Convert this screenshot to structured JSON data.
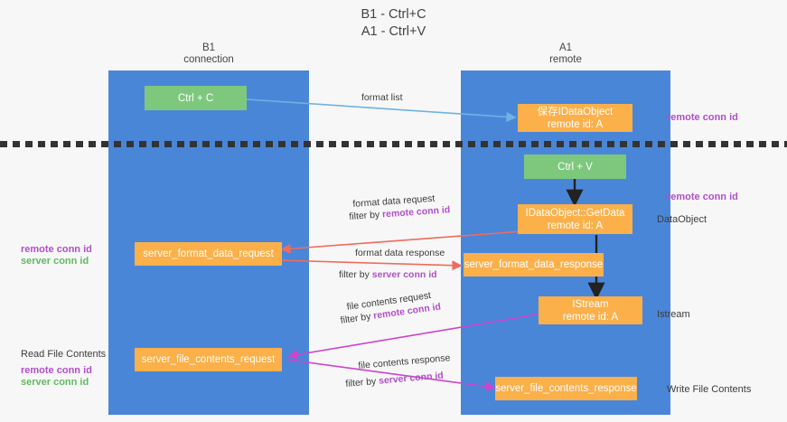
{
  "title": {
    "line1": "B1 - Ctrl+C",
    "line2": "A1 - Ctrl+V"
  },
  "lanes": [
    {
      "id": "b1",
      "name": "B1",
      "role": "connection"
    },
    {
      "id": "a1",
      "name": "A1",
      "role": "remote"
    }
  ],
  "colors": {
    "lane_fill": "#4a86d8",
    "node_green": "#7ec87e",
    "node_orange": "#fbb04a",
    "remote_conn_id": "#b24fc9",
    "server_conn_id": "#63b863",
    "arrow_blue": "#6fb3e0",
    "arrow_red": "#ef6b5e",
    "arrow_magenta": "#cc44cc",
    "arrow_black": "#222222",
    "background": "#f7f7f7"
  },
  "nodes": {
    "ctrl_c": {
      "label": "Ctrl + C"
    },
    "ctrl_v": {
      "label": "Ctrl + V"
    },
    "save_idataobject": {
      "line1": "保存IDataObject",
      "line2": "remote id: A"
    },
    "getdata": {
      "line1": "IDataObject::GetData",
      "line2": "remote id: A"
    },
    "istream": {
      "line1": "IStream",
      "line2": "remote id: A"
    },
    "server_format_data_request": {
      "label": "server_format_data_request"
    },
    "server_format_data_response": {
      "label": "server_format_data_response"
    },
    "server_file_contents_request": {
      "label": "server_file_contents_request"
    },
    "server_file_contents_response": {
      "label": "server_file_contents_response"
    }
  },
  "side_labels": {
    "right_remote_conn_id_top": "remote conn id",
    "right_remote_conn_id_mid": "remote conn id",
    "right_dataobject": "DataObject",
    "right_istream": "Istream",
    "right_write_file_contents": "Write File Contents",
    "left_read_file_contents": "Read File Contents",
    "left_remote_conn_id_1": "remote conn id",
    "left_server_conn_id_1": "server conn id",
    "left_remote_conn_id_2": "remote conn id",
    "left_server_conn_id_2": "server conn id"
  },
  "edges": [
    {
      "id": "format-list",
      "label": "format list",
      "filter_prefix": "",
      "filter_value": "",
      "color": "#6fb3e0",
      "from": "ctrl_c",
      "to": "save_idataobject"
    },
    {
      "id": "format-data-request",
      "label": "format data request",
      "filter_prefix": "filter by ",
      "filter_value": "remote conn id",
      "filter_color": "purple",
      "color": "#ef6b5e",
      "from": "getdata",
      "to": "server_format_data_request"
    },
    {
      "id": "format-data-response",
      "label": "format data response",
      "filter_prefix": "filter by ",
      "filter_value": "server conn id",
      "filter_color": "purple",
      "color": "#ef6b5e",
      "from": "server_format_data_request",
      "to": "server_format_data_response"
    },
    {
      "id": "file-contents-request",
      "label": "file contents request",
      "filter_prefix": "filter by ",
      "filter_value": "remote conn id",
      "filter_color": "purple",
      "color": "#cc44cc",
      "from": "istream",
      "to": "server_file_contents_request"
    },
    {
      "id": "file-contents-response",
      "label": "file contents response",
      "filter_prefix": "filter by ",
      "filter_value": "server conn id",
      "filter_color": "purple",
      "color": "#cc44cc",
      "from": "server_file_contents_request",
      "to": "server_file_contents_response"
    }
  ]
}
